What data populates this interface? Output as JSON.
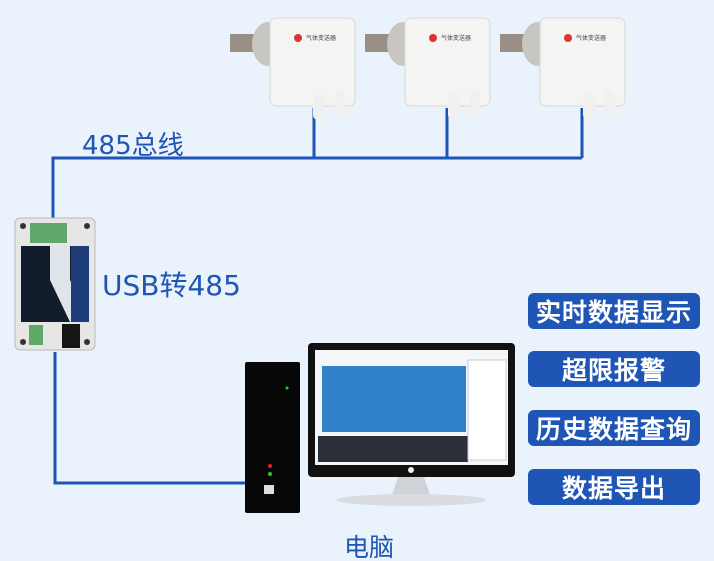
{
  "labels": {
    "bus": "485总线",
    "converter": "USB转485",
    "computer": "电脑"
  },
  "features": [
    {
      "label": "实时数据显示"
    },
    {
      "label": "超限报警"
    },
    {
      "label": "历史数据查询"
    },
    {
      "label": "数据导出"
    }
  ],
  "sensor_label": "气体变送器",
  "colors": {
    "background": "#eaf2fc",
    "accent": "#1f55b5",
    "wire": "#1f54b8"
  }
}
